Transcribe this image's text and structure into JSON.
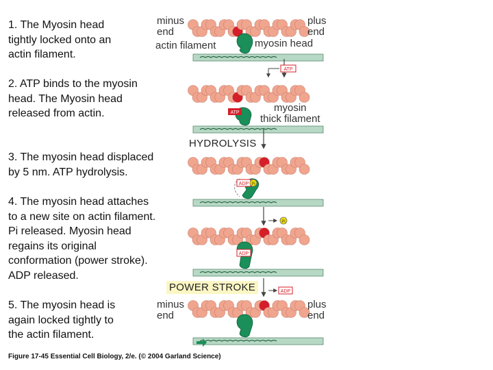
{
  "steps": [
    "1. The Myosin head\ntightly locked onto an\nactin filament.",
    "2. ATP binds to the myosin\nhead. The Myosin head\nreleased from actin.",
    "3. The myosin head displaced\nby 5 nm. ATP hydrolysis.",
    "4. The myosin head attaches\nto a new site on actin filament.\nPi released. Myosin head\nregains its original\nconformation (power stroke).\nADP released.",
    "5. The myosin head is\nagain locked tightly to\nthe actin filament."
  ],
  "labels": {
    "minus_end": "minus\nend",
    "plus_end": "plus\nend",
    "actin_filament": "actin filament",
    "myosin_head": "myosin head",
    "myosin_thick_filament": "myosin\nthick filament",
    "hydrolysis": "HYDROLYSIS",
    "power_stroke": "POWER STROKE",
    "atp": "ATP",
    "adp": "ADP",
    "pi": "Pi"
  },
  "caption": "Figure 17-45  Essential Cell Biology, 2/e. (© 2004 Garland Science)",
  "colors": {
    "actin": "#f0a58f",
    "actin_highlight": "#d41f2a",
    "myosin": "#1a8f5a",
    "thick_filament": "#b6d8c4",
    "power_stroke_bg": "#fcf6c4"
  }
}
